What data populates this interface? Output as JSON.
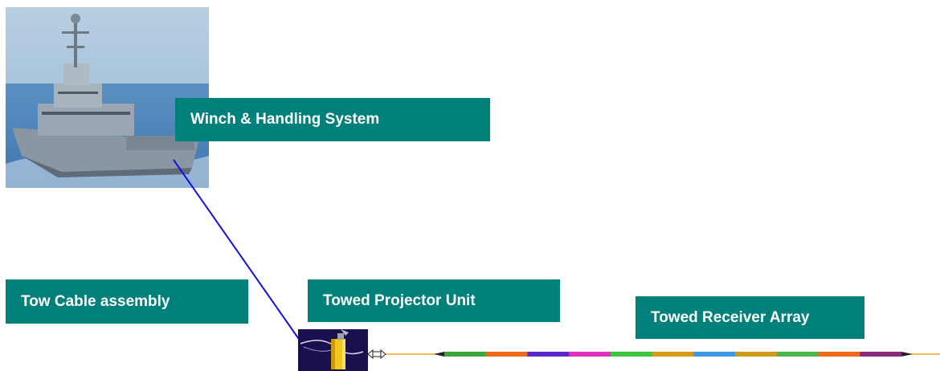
{
  "labels": {
    "winch": "Winch & Handling System",
    "tow_cable": "Tow Cable assembly",
    "projector": "Towed Projector Unit",
    "receiver": "Towed Receiver Array"
  },
  "icons": {
    "ship": "ship-photo",
    "projector": "towed-projector-icon",
    "connector": "double-arrow-connector-icon"
  },
  "colors": {
    "label_background": "#00807a",
    "label_text": "#ffffff",
    "tow_cable": "#1010e0",
    "towline": "#f5a020",
    "sky": "#a9c4dc",
    "sea": "#4f87bf"
  },
  "array_segments": [
    {
      "color": "#3aa53a"
    },
    {
      "color": "#f06a18"
    },
    {
      "color": "#5a28c8"
    },
    {
      "color": "#e030c0"
    },
    {
      "color": "#3cc83c"
    },
    {
      "color": "#d89a18"
    },
    {
      "color": "#3a9ae8"
    },
    {
      "color": "#d09a18"
    },
    {
      "color": "#4ab84a"
    },
    {
      "color": "#f06a18"
    },
    {
      "color": "#8a2a7a"
    }
  ]
}
